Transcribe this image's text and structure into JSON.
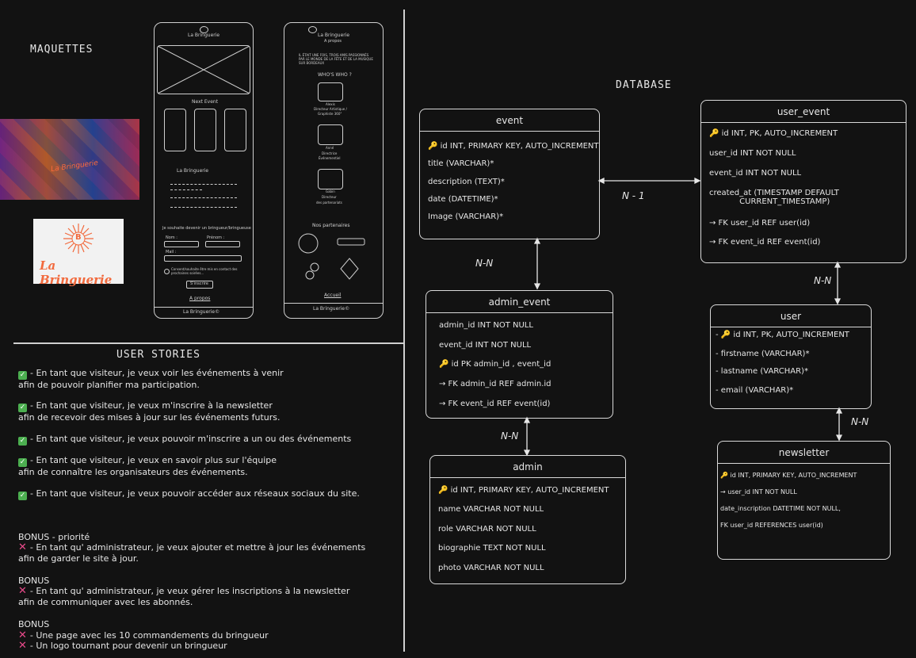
{
  "headings": {
    "maquettes": "MAQUETTES",
    "database": "DATABASE",
    "user_stories": "USER STORIES"
  },
  "mockup1": {
    "brand": "La Bringuerie",
    "next_event": "Next Event",
    "section_title": "La Bringuerie",
    "newsletter_prompt": "Je souhaite devenir un bringueur/bringueuse",
    "nom": "Nom :",
    "prenom": "Prénom :",
    "mail": "Mail :",
    "consent": "Consent/souhaite être mis en contact des prochaines soirées...",
    "subscribe": "S'inscrire",
    "about_link": "A propos",
    "footer": "La Bringuerie©"
  },
  "mockup2": {
    "brand": "La Bringuerie",
    "subtitle": "A propos",
    "intro": "IL ÉTAIT UNE FOIS, TROIS AMIS PASSIONNÉS PAR LE MONDE DE LA FÊTE ET DE LA MUSIQUE SUR BORDEAUX",
    "whos_who": "WHO'S WHO ?",
    "person1": [
      "Alexis",
      "Directeur Artistique /",
      "Graphiste 360°"
    ],
    "person2": [
      "Anné",
      "Directrice",
      "Événementiel"
    ],
    "person3": [
      "Gabin",
      "Directeur",
      "des partenariats"
    ],
    "partners": "Nos partenaires",
    "home_link": "Accueil",
    "footer": "La Bringuerie©"
  },
  "collage_text": "La Bringuerie",
  "logo": {
    "letter": "B",
    "text": "La Bringuerie",
    "color": "#f26a3d"
  },
  "tables": {
    "event": {
      "name": "event",
      "rows": [
        "🔑 id INT, PRIMARY KEY, AUTO_INCREMENT",
        "title (VARCHAR)*",
        "description (TEXT)*",
        "date (DATETIME)*",
        "Image (VARCHAR)*"
      ]
    },
    "user_event": {
      "name": "user_event",
      "rows": [
        "🔑 id INT, PK, AUTO_INCREMENT",
        "user_id INT NOT NULL",
        "event_id INT NOT NULL",
        "created_at (TIMESTAMP DEFAULT\n            CURRENT_TIMESTAMP)",
        "→ FK user_id REF user(id)",
        "→ FK event_id REF event(id)"
      ]
    },
    "admin_event": {
      "name": "admin_event",
      "rows": [
        "admin_id INT NOT NULL",
        "event_id INT NOT NULL",
        "🔑 id PK admin_id , event_id",
        "→ FK admin_id REF admin.id",
        "→ FK event_id REF event(id)"
      ]
    },
    "user": {
      "name": "user",
      "rows": [
        "- 🔑 id INT, PK, AUTO_INCREMENT",
        "- firstname (VARCHAR)*",
        "- lastname (VARCHAR)*",
        "- email (VARCHAR)*"
      ]
    },
    "admin": {
      "name": "admin",
      "rows": [
        "🔑 id INT, PRIMARY KEY, AUTO_INCREMENT",
        "name VARCHAR NOT NULL",
        "role VARCHAR NOT NULL",
        "biographie TEXT NOT NULL",
        "photo VARCHAR NOT NULL"
      ]
    },
    "newsletter": {
      "name": "newsletter",
      "rows": [
        "🔑 id INT, PRIMARY KEY, AUTO_INCREMENT",
        "→ user_id INT NOT NULL",
        "date_inscription DATETIME NOT NULL,",
        "FK user_id REFERENCES user(id)"
      ]
    }
  },
  "relations": {
    "event_user_event": "N - 1",
    "event_admin_event": "N-N",
    "admin_event_admin": "N-N",
    "user_event_user": "N-N",
    "user_newsletter": "N-N"
  },
  "stories": [
    "- En tant que visiteur, je veux voir les événements à venir\nafin de pouvoir planifier ma participation.",
    "- En tant que visiteur, je veux m'inscrire à la newsletter\nafin de recevoir des mises à jour sur les événements futurs.",
    "- En tant que visiteur, je veux pouvoir m'inscrire a un ou des événements",
    "- En tant que visiteur, je veux en savoir plus sur l'équipe\nafin de connaître les organisateurs des événements.",
    "- En tant que visiteur, je veux pouvoir accéder aux réseaux sociaux du site."
  ],
  "bonus": [
    {
      "label": "BONUS - priorité",
      "items": [
        "- En tant qu' administrateur, je veux ajouter et mettre à jour les événements\nafin de garder le site à jour."
      ]
    },
    {
      "label": "BONUS",
      "items": [
        "- En tant qu' administrateur, je veux gérer les inscriptions à la newsletter\nafin de communiquer avec les abonnés."
      ]
    },
    {
      "label": "BONUS",
      "items": [
        "- Une page avec les 10 commandements du bringueur",
        "- Un logo tournant pour devenir un bringueur"
      ]
    }
  ]
}
